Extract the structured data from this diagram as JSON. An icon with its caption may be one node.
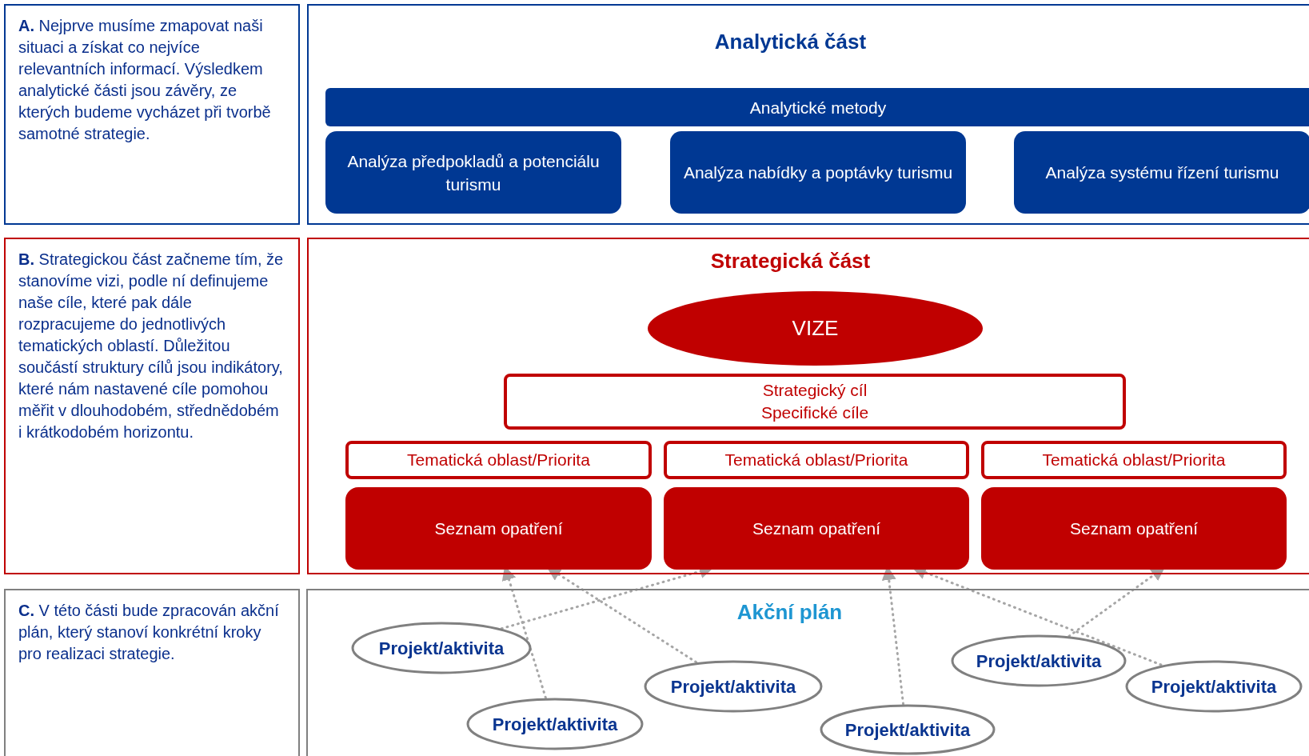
{
  "diagram": {
    "nodes": [
      {
        "text": [
          "**A.** Nejprve musíme zmapovat naši situaci a získat co nejvíce relevantních informací. Výsledkem analytické části jsou závěry, ze kterých budeme vycházet při tvorbě samotné strategie."
        ]
      },
      {
        "text": [
          "Analytická část"
        ]
      },
      {
        "text": [
          "Analytické metody"
        ],
        "in": 1
      },
      {
        "text": [
          "Analýza předpokladů a potenciálu turismu"
        ],
        "in": 1
      },
      {
        "text": [
          "Analýza nabídky a poptávky turismu"
        ],
        "in": 1
      },
      {
        "text": [
          "Analýza systému řízení turismu"
        ],
        "in": 1
      },
      {
        "text": [
          "**B.** Strategickou část začneme tím, že stanovíme vizi, podle ní definujeme naše cíle, které pak dále rozpracujeme do jednotlivých tematických oblastí. Důležitou součástí struktury cílů jsou indikátory, které nám nastavené cíle pomohou měřit v dlouhodobém, střednědobém i krátkodobém horizontu."
        ]
      },
      {
        "text": [
          "Strategická část"
        ]
      },
      {
        "text": [
          "VIZE"
        ],
        "in": 7
      },
      {
        "text": [
          "Strategický cíl",
          "Specifické cíle"
        ],
        "in": 7
      },
      {
        "text": [
          "Tematická oblast/Priorita"
        ],
        "in": 7
      },
      {
        "text": [
          "Tematická oblast/Priorita"
        ],
        "in": 7
      },
      {
        "text": [
          "Tematická oblast/Priorita"
        ],
        "in": 7
      },
      {
        "text": [
          "Seznam opatření"
        ],
        "in": 7
      },
      {
        "text": [
          "Seznam opatření"
        ],
        "in": 7
      },
      {
        "text": [
          "Seznam opatření"
        ],
        "in": 7
      },
      {
        "text": [
          "**C.** V této části bude zpracován akční plán, který stanoví konkrétní kroky pro realizaci strategie."
        ]
      },
      {
        "text": [
          "Akční plán"
        ]
      },
      {
        "text": [
          "Projekt/aktivita"
        ],
        "in": 17
      },
      {
        "text": [
          "Projekt/aktivita"
        ],
        "in": 17
      },
      {
        "text": [
          "Projekt/aktivita"
        ],
        "in": 17
      },
      {
        "text": [
          "Projekt/aktivita"
        ],
        "in": 17
      },
      {
        "text": [
          "Projekt/aktivita"
        ],
        "in": 17
      },
      {
        "text": [
          "Projekt/aktivita"
        ],
        "in": 17
      }
    ],
    "edges": [
      {
        "from": 18,
        "to": 14,
        "arrow": "to",
        "style": "dashed"
      },
      {
        "from": 19,
        "to": 13,
        "arrow": "to",
        "style": "dashed"
      },
      {
        "from": 20,
        "to": 13,
        "arrow": "to",
        "style": "dashed"
      },
      {
        "from": 21,
        "to": 14,
        "arrow": "to",
        "style": "dashed"
      },
      {
        "from": 22,
        "to": 15,
        "arrow": "to",
        "style": "dashed"
      },
      {
        "from": 23,
        "to": 14,
        "arrow": "to",
        "style": "dashed"
      }
    ]
  }
}
